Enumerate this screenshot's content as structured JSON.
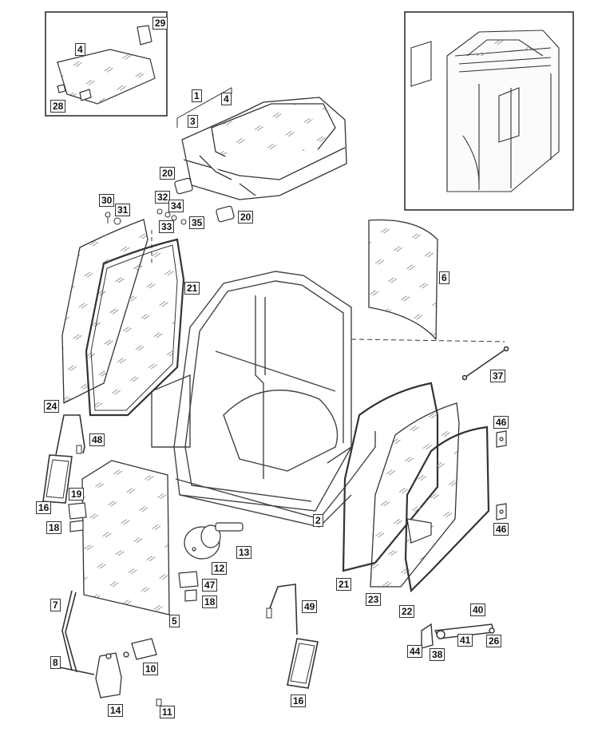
{
  "diagram": {
    "parts": [
      {
        "key": "p1",
        "label": "1"
      },
      {
        "key": "p2",
        "label": "2"
      },
      {
        "key": "p3",
        "label": "3"
      },
      {
        "key": "p4a",
        "label": "4"
      },
      {
        "key": "p4b",
        "label": "4"
      },
      {
        "key": "p5",
        "label": "5"
      },
      {
        "key": "p6",
        "label": "6"
      },
      {
        "key": "p7",
        "label": "7"
      },
      {
        "key": "p8",
        "label": "8"
      },
      {
        "key": "p10",
        "label": "10"
      },
      {
        "key": "p11",
        "label": "11"
      },
      {
        "key": "p12",
        "label": "12"
      },
      {
        "key": "p13",
        "label": "13"
      },
      {
        "key": "p14",
        "label": "14"
      },
      {
        "key": "p16a",
        "label": "16"
      },
      {
        "key": "p16b",
        "label": "16"
      },
      {
        "key": "p18a",
        "label": "18"
      },
      {
        "key": "p18b",
        "label": "18"
      },
      {
        "key": "p19",
        "label": "19"
      },
      {
        "key": "p20a",
        "label": "20"
      },
      {
        "key": "p20b",
        "label": "20"
      },
      {
        "key": "p21a",
        "label": "21"
      },
      {
        "key": "p21b",
        "label": "21"
      },
      {
        "key": "p22",
        "label": "22"
      },
      {
        "key": "p23",
        "label": "23"
      },
      {
        "key": "p24",
        "label": "24"
      },
      {
        "key": "p26",
        "label": "26"
      },
      {
        "key": "p28",
        "label": "28"
      },
      {
        "key": "p29",
        "label": "29"
      },
      {
        "key": "p30",
        "label": "30"
      },
      {
        "key": "p31",
        "label": "31"
      },
      {
        "key": "p32",
        "label": "32"
      },
      {
        "key": "p33",
        "label": "33"
      },
      {
        "key": "p34",
        "label": "34"
      },
      {
        "key": "p35",
        "label": "35"
      },
      {
        "key": "p37",
        "label": "37"
      },
      {
        "key": "p38",
        "label": "38"
      },
      {
        "key": "p40",
        "label": "40"
      },
      {
        "key": "p41",
        "label": "41"
      },
      {
        "key": "p44",
        "label": "44"
      },
      {
        "key": "p46a",
        "label": "46"
      },
      {
        "key": "p46b",
        "label": "46"
      },
      {
        "key": "p47",
        "label": "47"
      },
      {
        "key": "p48",
        "label": "48"
      },
      {
        "key": "p49",
        "label": "49"
      }
    ]
  }
}
